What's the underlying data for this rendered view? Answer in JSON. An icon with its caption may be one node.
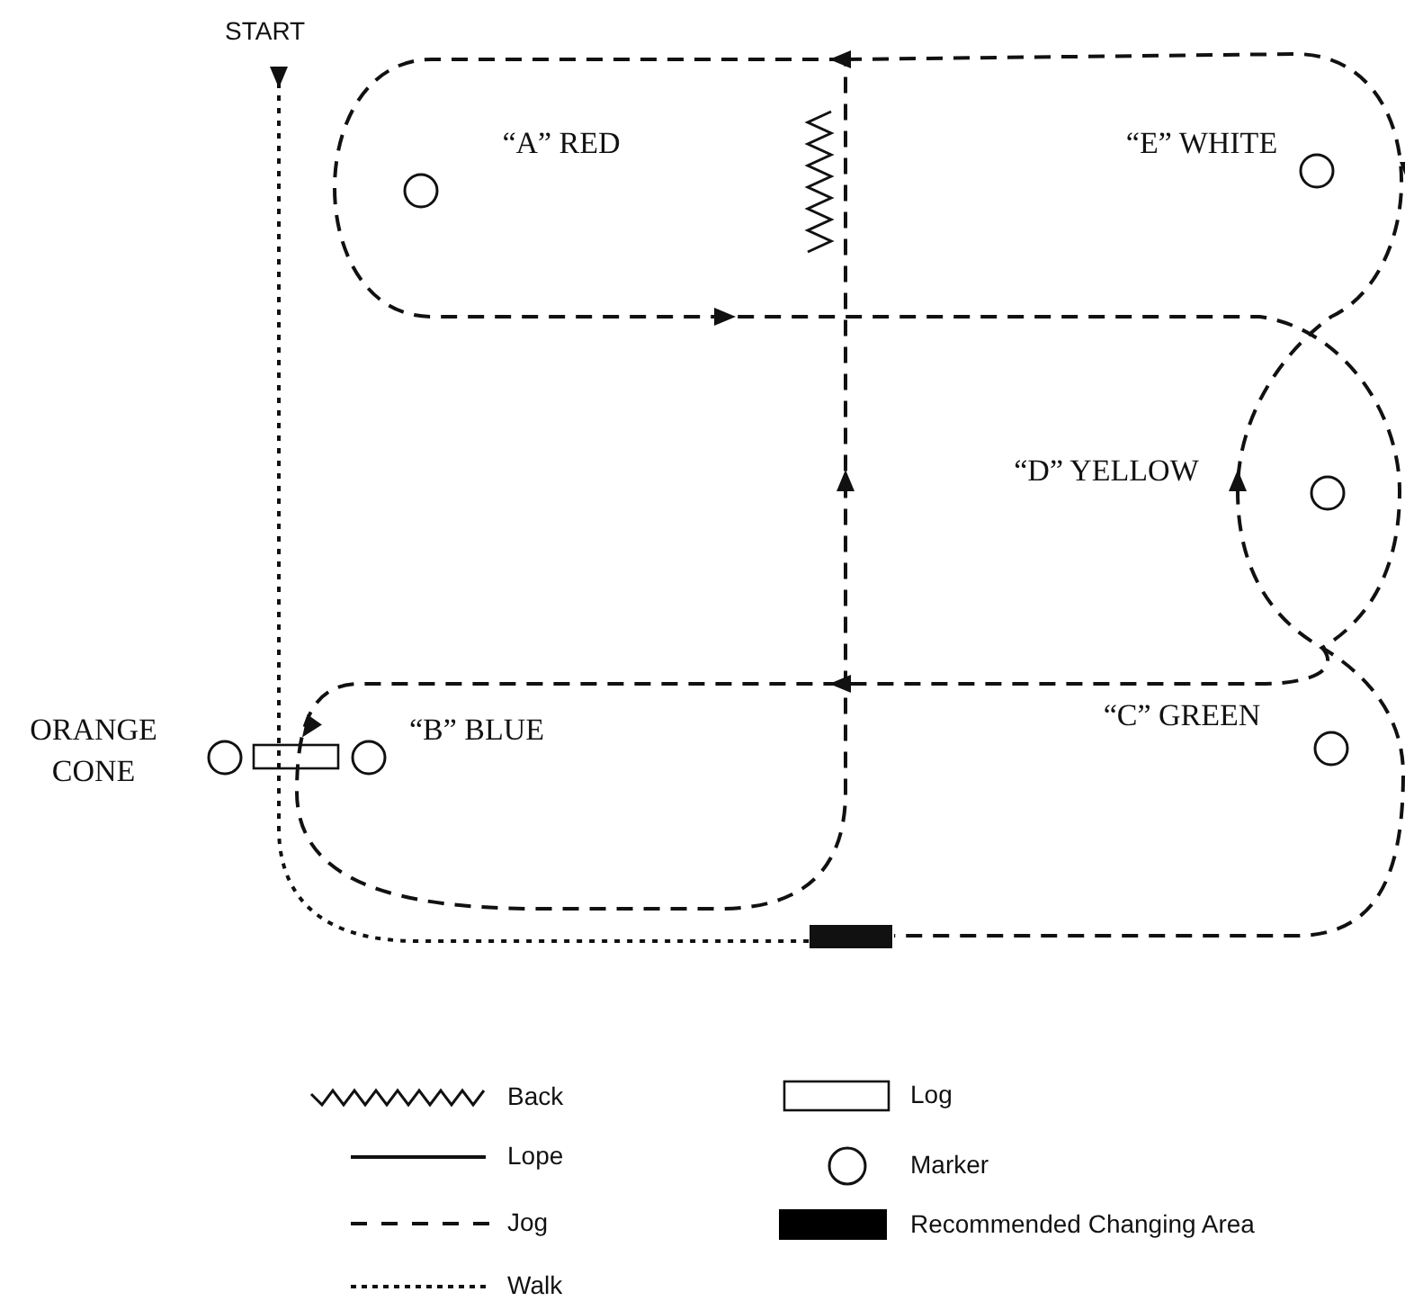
{
  "diagram": {
    "labels": [
      "START",
      "“A” RED",
      "“E” WHITE",
      "“D” YELLOW",
      "ORANGE CONE",
      "“B” BLUE",
      "“C” GREEN"
    ],
    "legend": [
      {
        "text": "Back"
      },
      {
        "text": "Lope"
      },
      {
        "text": "Jog"
      },
      {
        "text": "Walk"
      },
      {
        "text": "Log"
      },
      {
        "text": "Marker"
      },
      {
        "text": "Recommended Changing Area",
        "color": "#000000"
      }
    ]
  }
}
